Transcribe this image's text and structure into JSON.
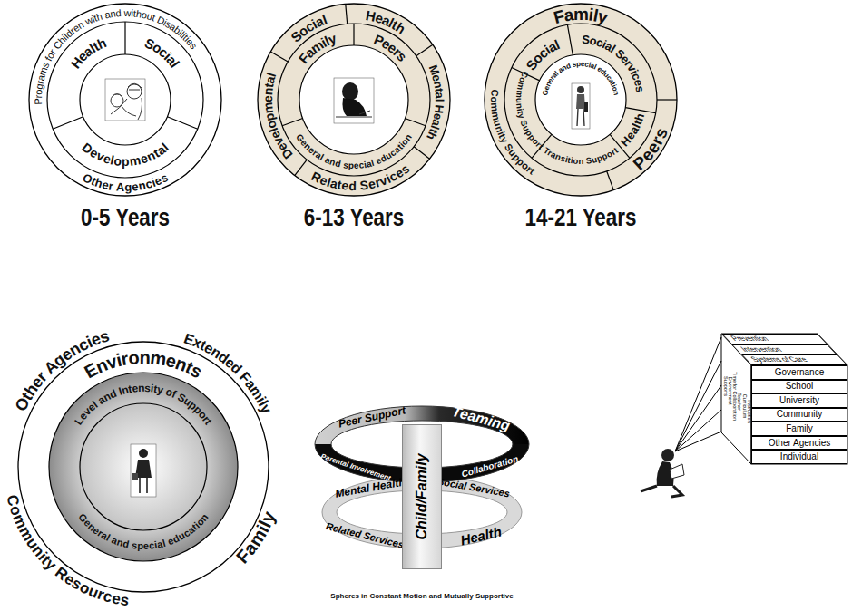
{
  "diagram": {
    "caption": "Spheres in Constant Motion and Mutually Supportive",
    "nodes": [
      {
        "text": [
          "Child/Family"
        ]
      },
      {
        "text": [
          "Prevention"
        ]
      },
      {
        "text": [
          "Intervention"
        ]
      },
      {
        "text": [
          "Systems of Care"
        ]
      },
      {
        "text": [
          "Governance"
        ]
      },
      {
        "text": [
          "School"
        ]
      },
      {
        "text": [
          "University"
        ]
      },
      {
        "text": [
          "Community"
        ]
      },
      {
        "text": [
          "Family"
        ]
      },
      {
        "text": [
          "Other Agencies"
        ]
      },
      {
        "text": [
          "Individual"
        ]
      }
    ],
    "labels": [
      "Programs for Children with and without Disabilities",
      "Health",
      "Social",
      "Developmental",
      "Other Agencies",
      "Social",
      "Health",
      "Mental Health",
      "Related Services",
      "Developmental",
      "Family",
      "Peers",
      "General and special education",
      "Family",
      "Social",
      "Social Services",
      "General and special education",
      "Community Support",
      "Transition Support",
      "Health",
      "Community Support",
      "Peers",
      "0-5 Years",
      "6-13 Years",
      "14-21 Years",
      "Other Agencies",
      "Extended Family",
      "Environments",
      "Level and Intensity of Support",
      "General and special education",
      "Community Resources",
      "Family",
      "Peer Support",
      "Teaming",
      "Parental Involvement",
      "Collaboration",
      "Mental Health",
      "Social Services",
      "Related Services",
      "Health",
      "Supports",
      "Environment",
      "Time for Collaboration",
      "Teacher",
      "Curriculum",
      "Instruction"
    ]
  }
}
